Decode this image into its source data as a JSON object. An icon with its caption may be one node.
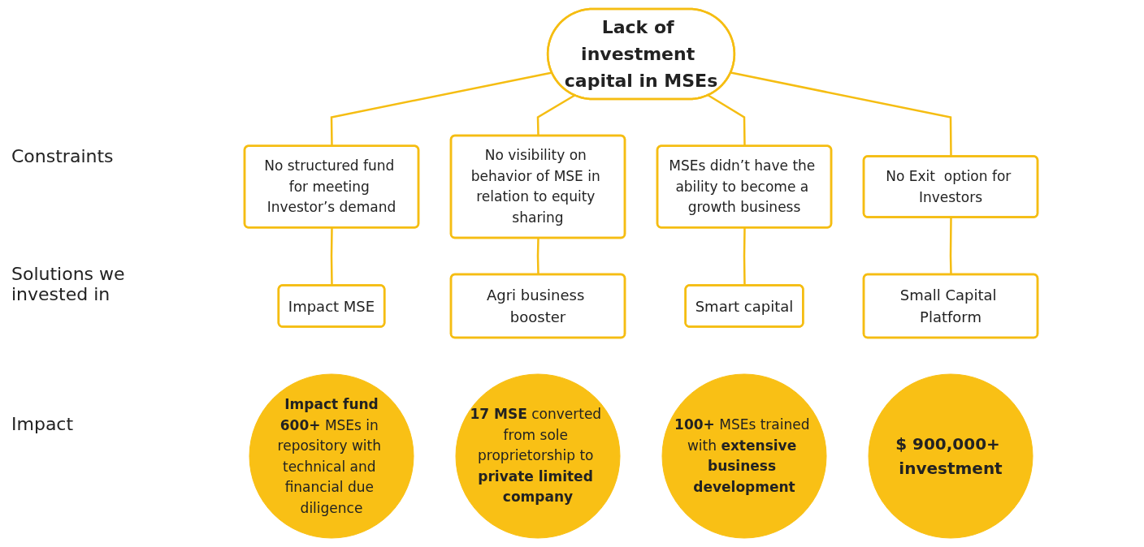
{
  "diagram": {
    "nodes": [
      {
        "text": [
          "Lack of investment capital in MSEs"
        ]
      },
      {
        "text": [
          "No structured fund for meeting Investor’s demand"
        ]
      },
      {
        "text": [
          "No visibility on behavior of MSE in relation to equity sharing"
        ]
      },
      {
        "text": [
          "MSEs didn’t have the ability to become a growth business"
        ]
      },
      {
        "text": [
          "No Exit  option for Investors"
        ]
      },
      {
        "text": [
          "Impact MSE"
        ]
      },
      {
        "text": [
          "Agri business booster"
        ]
      },
      {
        "text": [
          "Smart capital"
        ]
      },
      {
        "text": [
          "Small Capital Platform"
        ]
      },
      {
        "text": [
          "Impact fund",
          "**600+** MSEs in repository with technical and financial due diligence"
        ]
      },
      {
        "text": [
          "**17 MSE** converted from sole proprietorship to **private limited company**"
        ]
      },
      {
        "text": [
          "**100+** MSEs trained with **extensive business development**"
        ]
      },
      {
        "text": [
          "$ 900,000+ investment"
        ]
      }
    ],
    "edges": [
      {
        "from": 0,
        "to": 1,
        "arrow": "none"
      },
      {
        "from": 0,
        "to": 2,
        "arrow": "none"
      },
      {
        "from": 0,
        "to": 3,
        "arrow": "none"
      },
      {
        "from": 0,
        "to": 4,
        "arrow": "none"
      },
      {
        "from": 1,
        "to": 5,
        "arrow": "none"
      },
      {
        "from": 2,
        "to": 6,
        "arrow": "none"
      },
      {
        "from": 3,
        "to": 7,
        "arrow": "none"
      },
      {
        "from": 4,
        "to": 8,
        "arrow": "none"
      }
    ],
    "labels": [
      "Constraints",
      "Solutions we invested in",
      "Impact"
    ]
  }
}
